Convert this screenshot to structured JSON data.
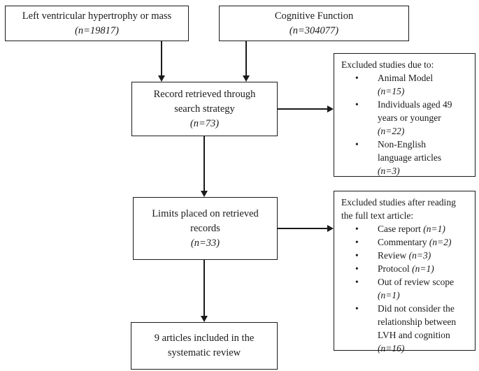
{
  "colors": {
    "line": "#1a1a1a",
    "text": "#1a1a1a",
    "background": "#ffffff"
  },
  "boxes": {
    "lvh": {
      "line1": "Left ventricular hypertrophy or mass",
      "n": "(n=19817)"
    },
    "cognitive": {
      "line1": "Cognitive Function",
      "n": "(n=304077)"
    },
    "record": {
      "line1": "Record retrieved through",
      "line2": "search strategy",
      "n": "(n=73)"
    },
    "limits": {
      "line1": "Limits placed on retrieved",
      "line2": "records",
      "n": "(n=33)"
    },
    "included": {
      "line1": "9 articles included in the",
      "line2": "systematic review"
    },
    "excluded1": {
      "title": "Excluded studies due to:",
      "bullet": "•",
      "items": [
        {
          "text": "Animal Model",
          "n": "\n(n=15)"
        },
        {
          "text": "Individuals aged 49\nyears or younger",
          "n": "\n(n=22)"
        },
        {
          "text": "Non-English\nlanguage articles",
          "n": "\n(n=3)"
        }
      ]
    },
    "excluded2": {
      "title": "Excluded studies after reading\nthe full text article:",
      "bullet": "•",
      "items": [
        {
          "text": "Case report",
          "n": " (n=1)"
        },
        {
          "text": "Commentary",
          "n": " (n=2)"
        },
        {
          "text": "Review",
          "n": " (n=3)"
        },
        {
          "text": "Protocol",
          "n": " (n=1)"
        },
        {
          "text": "Out of review scope",
          "n": "\n(n=1)"
        },
        {
          "text": "Did not consider the\nrelationship between\nLVH and cognition",
          "n": "\n(n=16)"
        }
      ]
    }
  }
}
